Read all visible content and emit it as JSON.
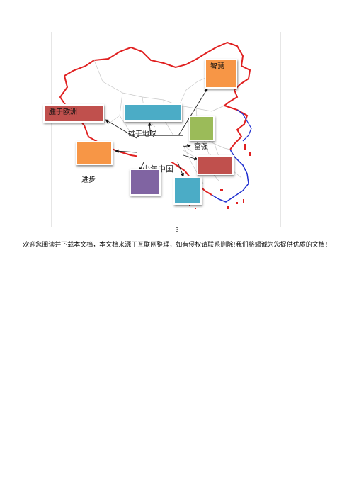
{
  "diagram": {
    "center_label": "少年中国",
    "nodes": [
      {
        "id": "wisdom",
        "label": "智慧",
        "color": "#f79646"
      },
      {
        "id": "europe",
        "label": "胜于欧洲",
        "color": "#c0504d"
      },
      {
        "id": "earth",
        "label": "雄于地球",
        "color": "#4bacc6"
      },
      {
        "id": "rich",
        "label": "富强",
        "color": "#9bbb59"
      },
      {
        "id": "progress",
        "label": "进步",
        "color": "#f79646"
      },
      {
        "id": "purple",
        "label": "",
        "color": "#8064a2"
      },
      {
        "id": "teal",
        "label": "",
        "color": "#4bacc6"
      },
      {
        "id": "red",
        "label": "",
        "color": "#c0504d"
      }
    ],
    "map_colors": {
      "border": "#e02020",
      "coast": "#2030d0",
      "province": "#c8c8c8"
    }
  },
  "page_number": "3",
  "footer_note": "欢迎您阅读并下载本文档，本文档来源于互联网整理，如有侵权请联系删除!我们将竭诚为您提供优质的文档！"
}
